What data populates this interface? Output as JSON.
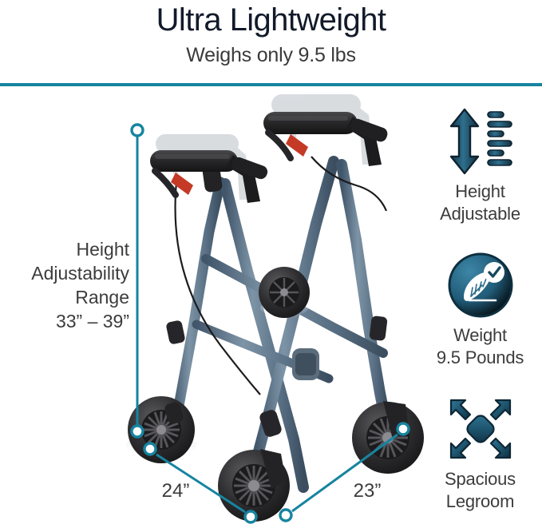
{
  "header": {
    "title": "Ultra Lightweight",
    "subtitle": "Weighs only 9.5 lbs",
    "divider_color": "#1784a0"
  },
  "colors": {
    "accent_teal": "#1784a0",
    "title_navy": "#121a2a",
    "body_gray": "#3c3c3c",
    "frame_blue_gray": "#5d7488",
    "icon_dark_teal": "#1d5a75"
  },
  "measurements": {
    "height_range_label": "Height\nAdjustability\nRange\n33” – 39”",
    "depth_label": "24”",
    "width_label": "23”"
  },
  "features": [
    {
      "icon": "height-arrows-ruler-icon",
      "label": "Height\nAdjustable"
    },
    {
      "icon": "feather-check-circle-icon",
      "label": "Weight\n9.5 Pounds"
    },
    {
      "icon": "four-way-expand-arrows-icon",
      "label": "Spacious\nLegroom"
    }
  ],
  "product": {
    "name": "folding-rollator-walker"
  }
}
